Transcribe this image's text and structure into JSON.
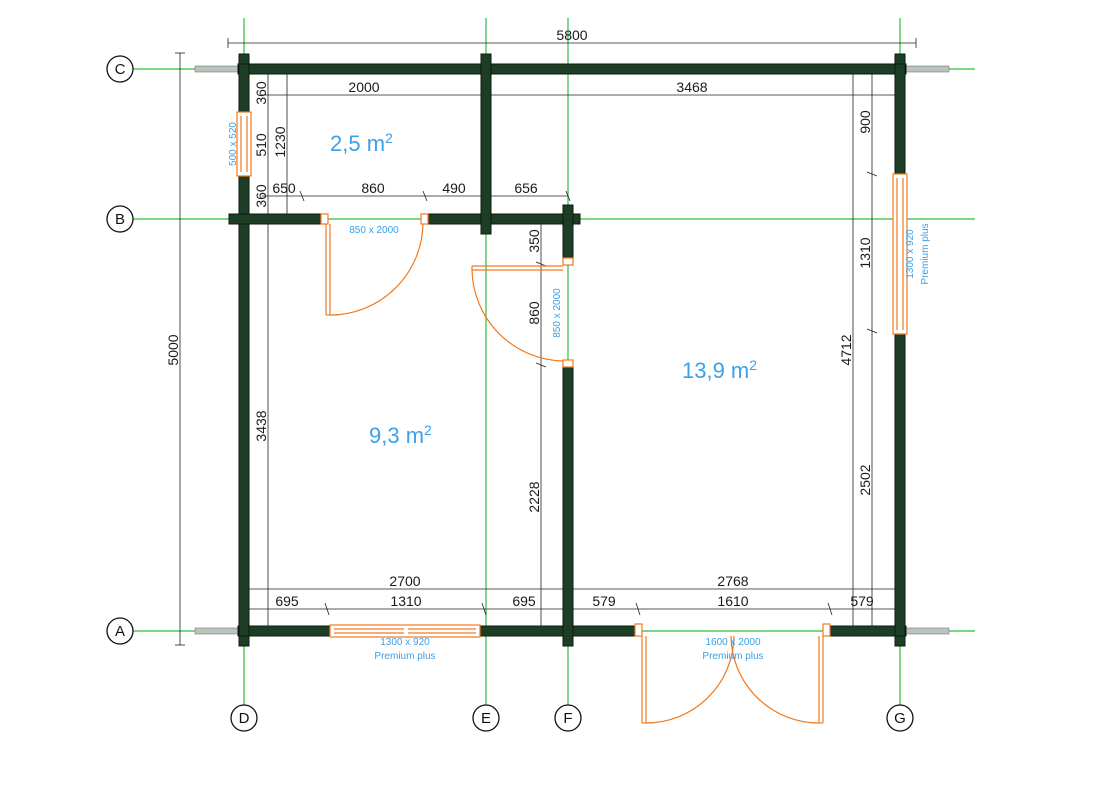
{
  "axes": {
    "A": "A",
    "B": "B",
    "C": "C",
    "D": "D",
    "E": "E",
    "F": "F",
    "G": "G"
  },
  "rooms": {
    "small": "2,5 m",
    "left": "9,3 m",
    "right": "13,9 m",
    "sup": "2"
  },
  "dimensions": {
    "total_width": "5800",
    "total_depth": "5000",
    "top_left": "2000",
    "top_right": "3468",
    "b_650": "650",
    "b_860": "860",
    "b_490": "490",
    "b_656": "656",
    "bot_left": "2700",
    "bot_right": "2768",
    "a_695_1": "695",
    "a_1310": "1310",
    "a_695_2": "695",
    "a_579_1": "579",
    "a_1610": "1610",
    "a_579_2": "579",
    "v_360_1": "360",
    "v_510": "510",
    "v_360_2": "360",
    "v_1230": "1230",
    "v_3438": "3438",
    "v_350": "350",
    "v_860": "860",
    "v_2228": "2228",
    "v_900": "900",
    "v_1310": "1310",
    "v_2502": "2502",
    "v_4712": "4712"
  },
  "openings": {
    "door_b": "850 x 2000",
    "door_f": "850 x 2000",
    "window_left": "500 x 520",
    "window_bottom": "1300 x 920",
    "window_bottom_type": "Premium plus",
    "door_bottom": "1600 x 2000",
    "door_bottom_type": "Premium plus",
    "window_right": "1300 x 920",
    "window_right_type": "Premium plus"
  },
  "colors": {
    "wall": "#1e3d26",
    "grid_line": "#2bbf3a",
    "opening": "#f07a1e",
    "label_blue": "#3aa0e8"
  }
}
